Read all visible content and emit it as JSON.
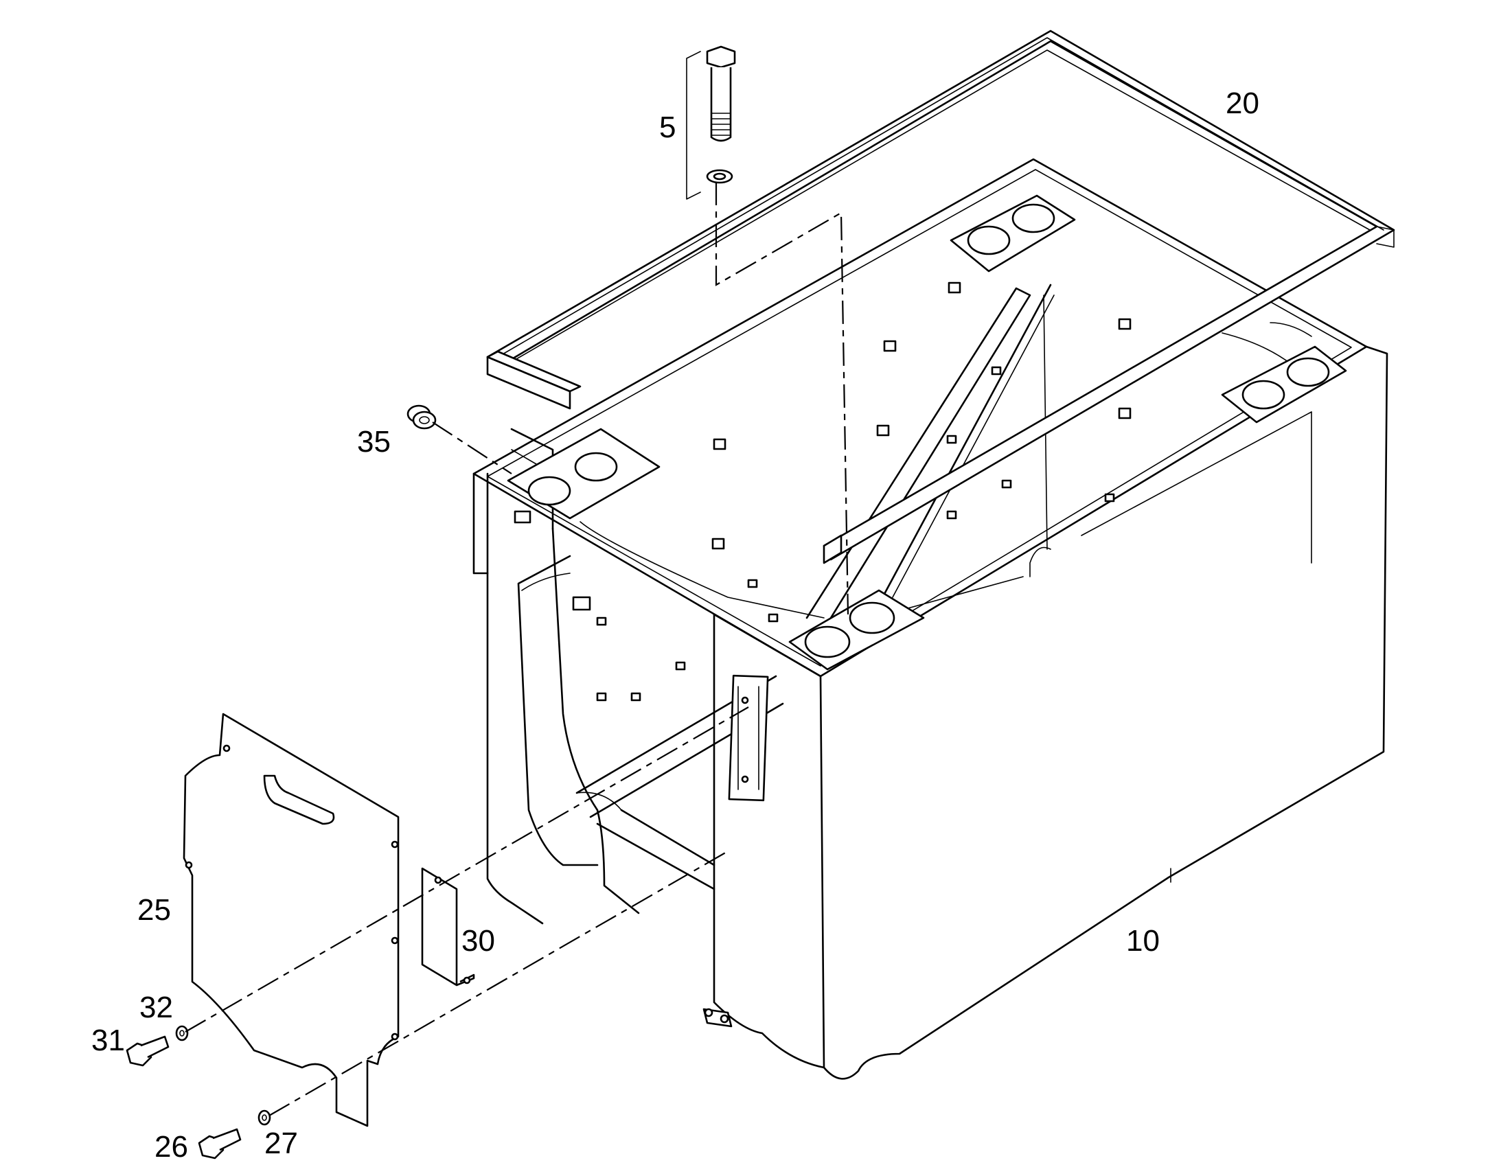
{
  "callouts": {
    "c5": "5",
    "c10": "10",
    "c20": "20",
    "c25": "25",
    "c26": "26",
    "c27": "27",
    "c30": "30",
    "c31": "31",
    "c32": "32",
    "c35": "35"
  },
  "colors": {
    "line": "#000000",
    "background": "#ffffff"
  }
}
